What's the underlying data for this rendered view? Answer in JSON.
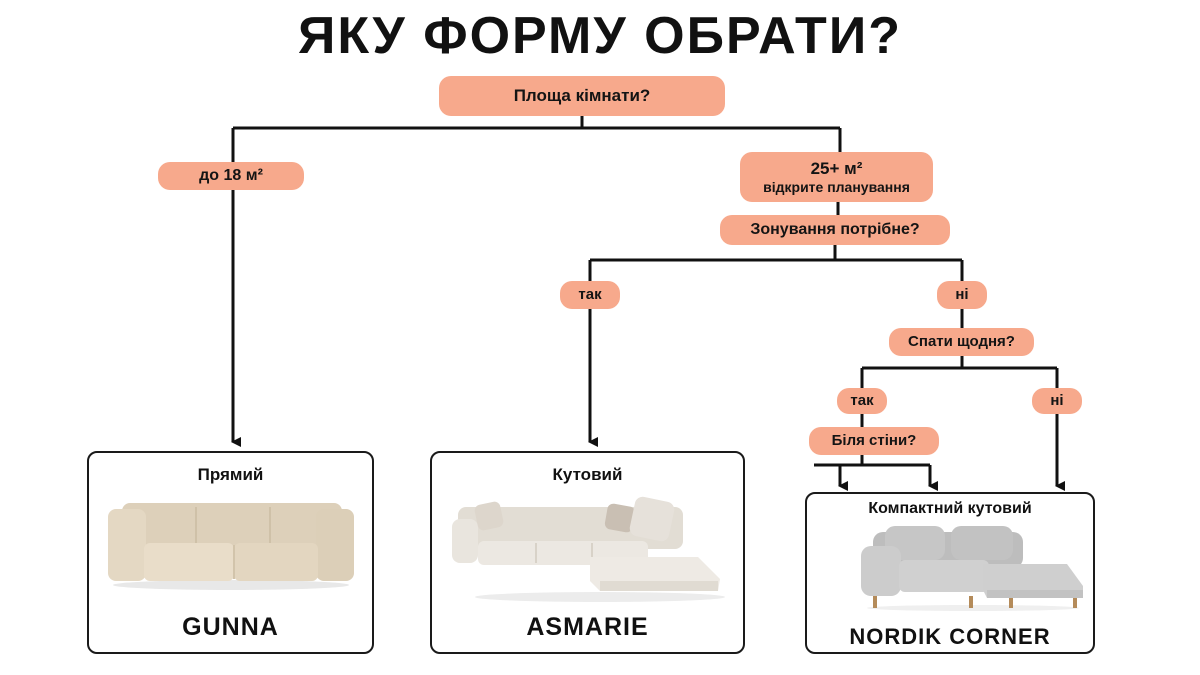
{
  "title": "ЯКУ ФОРМУ ОБРАТИ?",
  "nodes": {
    "root": "Площа кімнати?",
    "small_area": "до 18 м²",
    "large_area": "25+ м²",
    "large_area_sub": "відкрите планування",
    "zoning": "Зонування потрібне?",
    "zoning_yes": "так",
    "zoning_no": "ні",
    "sleep": "Спати щодня?",
    "sleep_yes": "так",
    "sleep_no": "ні",
    "wall": "Біля стіни?"
  },
  "cards": {
    "straight": {
      "label": "Прямий",
      "name": "GUNNA"
    },
    "corner": {
      "label": "Кутовий",
      "name": "ASMARIE"
    },
    "compact": {
      "label": "Компактний кутовий",
      "name": "NORDIK CORNER"
    }
  },
  "colors": {
    "node_fill": "#f7a98c",
    "line": "#111111",
    "sofa_beige": "#e6dac6",
    "sofa_cream": "#ece8e1",
    "sofa_grey": "#c9c9c9"
  }
}
